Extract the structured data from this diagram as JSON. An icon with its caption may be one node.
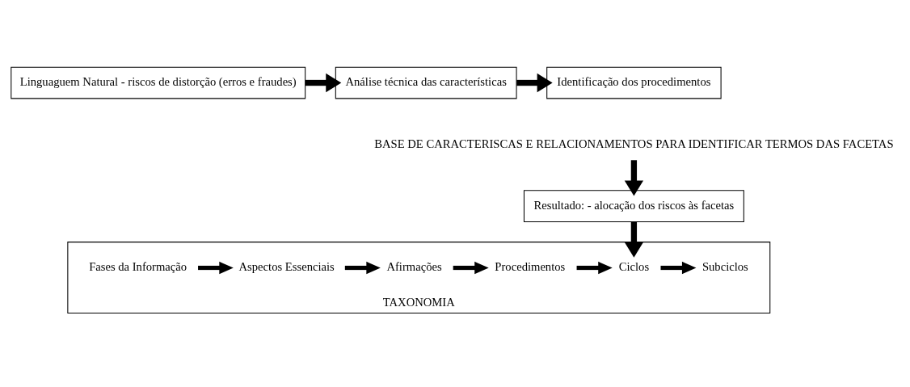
{
  "diagram": {
    "nodes": [
      {
        "text": [
          "Linguaguem Natural - riscos de distorção (erros e fraudes)"
        ]
      },
      {
        "text": [
          "Análise técnica das características"
        ]
      },
      {
        "text": [
          "Identificação dos procedimentos"
        ]
      },
      {
        "text": [
          "BASE DE CARACTERISCAS E RELACIONAMENTOS PARA IDENTIFICAR TERMOS DAS FACETAS"
        ]
      },
      {
        "text": [
          "Resultado: - alocação dos riscos às facetas"
        ]
      },
      {
        "text": [
          "TAXONOMIA"
        ]
      },
      {
        "text": [
          "Fases da Informação"
        ],
        "in": 5
      },
      {
        "text": [
          "Aspectos Essenciais"
        ],
        "in": 5
      },
      {
        "text": [
          "Afirmações"
        ],
        "in": 5
      },
      {
        "text": [
          "Procedimentos"
        ],
        "in": 5
      },
      {
        "text": [
          "Ciclos"
        ],
        "in": 5
      },
      {
        "text": [
          "Subciclos"
        ],
        "in": 5
      }
    ],
    "edges": [
      {
        "from": 0,
        "to": 1,
        "arrow": "to"
      },
      {
        "from": 1,
        "to": 2,
        "arrow": "to"
      },
      {
        "from": 3,
        "to": 4,
        "arrow": "to"
      },
      {
        "from": 4,
        "to": 10,
        "arrow": "to"
      },
      {
        "from": 6,
        "to": 7,
        "arrow": "to"
      },
      {
        "from": 7,
        "to": 8,
        "arrow": "to"
      },
      {
        "from": 8,
        "to": 9,
        "arrow": "to"
      },
      {
        "from": 9,
        "to": 10,
        "arrow": "to"
      },
      {
        "from": 10,
        "to": 11,
        "arrow": "to"
      }
    ]
  }
}
